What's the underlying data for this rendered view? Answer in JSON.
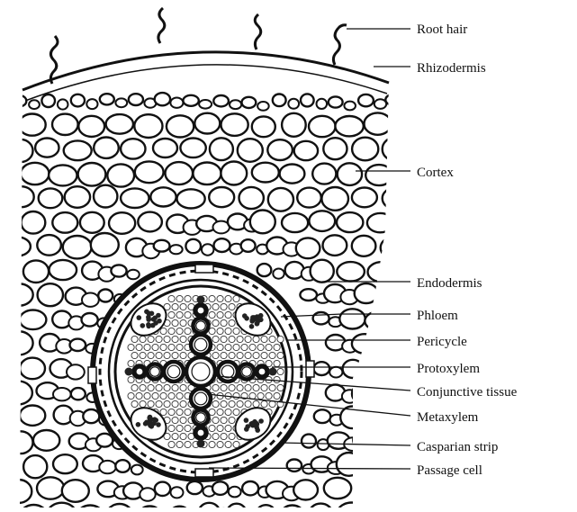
{
  "labels": [
    {
      "id": "root-hair",
      "text": "Root hair"
    },
    {
      "id": "rhizodermis",
      "text": "Rhizodermis"
    },
    {
      "id": "cortex",
      "text": "Cortex"
    },
    {
      "id": "endodermis",
      "text": "Endodermis"
    },
    {
      "id": "phloem",
      "text": "Phloem"
    },
    {
      "id": "pericycle",
      "text": "Pericycle"
    },
    {
      "id": "protoxylem",
      "text": "Protoxylem"
    },
    {
      "id": "conjunctive-tissue",
      "text": "Conjunctive tissue"
    },
    {
      "id": "metaxylem",
      "text": "Metaxylem"
    },
    {
      "id": "casparian-strip",
      "text": "Casparian strip"
    },
    {
      "id": "passage-cell",
      "text": "Passage cell"
    }
  ]
}
